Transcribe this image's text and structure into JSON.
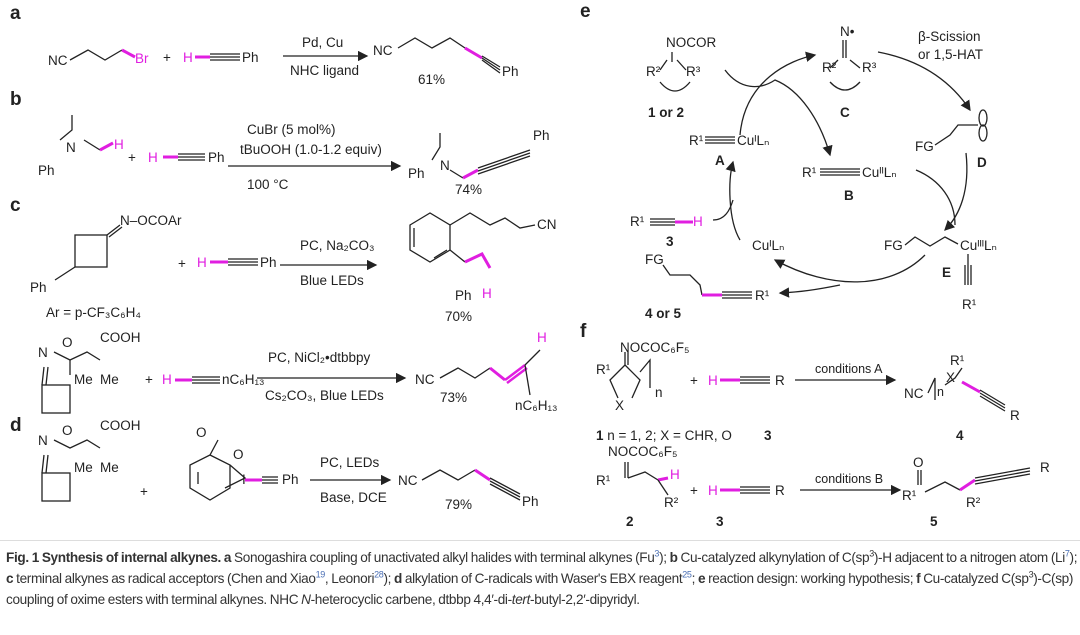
{
  "colors": {
    "highlight": "#e01ee0",
    "text": "#222222",
    "reference": "#4a6fb5"
  },
  "panel_a": {
    "label": "a",
    "reactant1_nc": "NC",
    "reactant1_br": "Br",
    "plus": "+",
    "alkyne_h": "H",
    "alkyne_ph": "Ph",
    "cond_top": "Pd, Cu",
    "cond_bottom": "NHC ligand",
    "product_nc": "NC",
    "product_ph": "Ph",
    "yield": "61%"
  },
  "panel_b": {
    "label": "b",
    "amine_ph": "Ph",
    "amine_n": "N",
    "amine_h": "H",
    "plus": "+",
    "alkyne_h": "H",
    "alkyne_ph": "Ph",
    "cond_1": "CuBr (5 mol%)",
    "cond_2": "tBuOOH (1.0-1.2 equiv)",
    "cond_3": "100 °C",
    "product_ph": "Ph",
    "product_n": "N",
    "product_ph2": "Ph",
    "yield": "74%"
  },
  "panel_c": {
    "label": "c",
    "oxime_group": "N–OCOAr",
    "oxime_ph": "Ph",
    "ar_def": "Ar = p-CF₃C₆H₄",
    "plus": "+",
    "alkyne_h": "H",
    "alkyne_ph": "Ph",
    "cond_top": "PC, Na₂CO₃",
    "cond_bottom": "Blue LEDs",
    "product_cn": "CN",
    "product_ph": "Ph",
    "product_h": "H",
    "yield": "70%",
    "row2": {
      "oxime_n": "N",
      "oxime_o": "O",
      "cooh": "COOH",
      "me": "Me",
      "plus": "+",
      "alkyne_h": "H",
      "alkyne_r": "nC₆H₁₃",
      "cond_top": "PC, NiCl₂•dtbbpy",
      "cond_bottom": "Cs₂CO₃, Blue LEDs",
      "product_nc": "NC",
      "product_h": "H",
      "product_r": "nC₆H₁₃",
      "yield": "73%"
    }
  },
  "panel_d": {
    "label": "d",
    "oxime_n": "N",
    "oxime_o": "O",
    "cooh": "COOH",
    "me": "Me",
    "plus": "+",
    "ebx_o": "O",
    "ebx_o2": "O",
    "ebx_i": "I",
    "ebx_ph": "Ph",
    "cond_top": "PC, LEDs",
    "cond_bottom": "Base, DCE",
    "product_nc": "NC",
    "product_ph": "Ph",
    "yield": "79%"
  },
  "panel_e": {
    "label": "e",
    "substrate_group": "NOCOR",
    "substrate_r2": "R²",
    "substrate_r3": "R³",
    "substrate_id": "1 or 2",
    "C_n": "N•",
    "C_r2": "R²",
    "C_r3": "R³",
    "C_label": "C",
    "step_label_1": "β-Scission",
    "step_label_2": "or 1,5-HAT",
    "D_fg": "FG",
    "D_label": "D",
    "A_r1": "R¹",
    "A_cu": "CuᴵLₙ",
    "A_label": "A",
    "B_r1": "R¹",
    "B_cu": "CuᴵᴵLₙ",
    "B_label": "B",
    "alkyne_r1": "R¹",
    "alkyne_h": "H",
    "alkyne_id": "3",
    "cu1": "CuᴵLₙ",
    "E_fg": "FG",
    "E_cu": "CuᴵᴵᴵLₙ",
    "E_label": "E",
    "E_r1": "R¹",
    "product_fg": "FG",
    "product_r1": "R¹",
    "product_id": "4 or 5"
  },
  "panel_f": {
    "label": "f",
    "row1": {
      "group": "NOCOC₆F₅",
      "r1": "R¹",
      "x": "X",
      "n": "n",
      "sub_id": "1",
      "sub_def": "n = 1, 2; X = CHR, O",
      "plus": "+",
      "alkyne_h": "H",
      "alkyne_r": "R",
      "alkyne_id": "3",
      "conditions": "conditions A",
      "product_nc": "NC",
      "product_n": "n",
      "product_x": "X",
      "product_r1": "R¹",
      "product_r": "R",
      "product_id": "4"
    },
    "row2": {
      "group": "NOCOC₆F₅",
      "r1": "R¹",
      "h": "H",
      "r2": "R²",
      "sub_id": "2",
      "plus": "+",
      "alkyne_h": "H",
      "alkyne_r": "R",
      "alkyne_id": "3",
      "conditions": "conditions B",
      "product_o": "O",
      "product_r1": "R¹",
      "product_r2": "R²",
      "product_r": "R",
      "product_id": "5"
    }
  },
  "caption": {
    "fig": "Fig. 1 Synthesis of internal alkynes.",
    "a_key": "a",
    "a_text": " Sonogashira coupling of unactivated alkyl halides with terminal alkynes (Fu",
    "a_ref": "3",
    "a_end": ");",
    "b_key": "b",
    "b_text": " Cu-catalyzed alkynylation of C(sp",
    "b_sup": "3",
    "b_text2": ")-H adjacent to a nitrogen atom (Li",
    "b_ref": "7",
    "b_end": ");",
    "c_key": "c",
    "c_text": " terminal alkynes as radical acceptors (Chen and Xiao",
    "c_ref1": "19",
    "c_text2": ", Leonori",
    "c_ref2": "28",
    "c_end": ");",
    "d_key": "d",
    "d_text": " alkylation of C-radicals with Waser's EBX reagent",
    "d_ref": "25",
    "d_end": ";",
    "e_key": "e",
    "e_text": " reaction design: working hypothesis;",
    "f_key": "f",
    "f_text": " Cu-catalyzed C(sp",
    "f_sup": "3",
    "f_text2": ")-C(sp) coupling of oxime esters with terminal alkynes. NHC ",
    "nhc_n": "N",
    "nhc_text": "-heterocyclic carbene, dtbbp 4,4′-di-",
    "tert": "tert",
    "tail": "-butyl-2,2′-dipyridyl."
  }
}
